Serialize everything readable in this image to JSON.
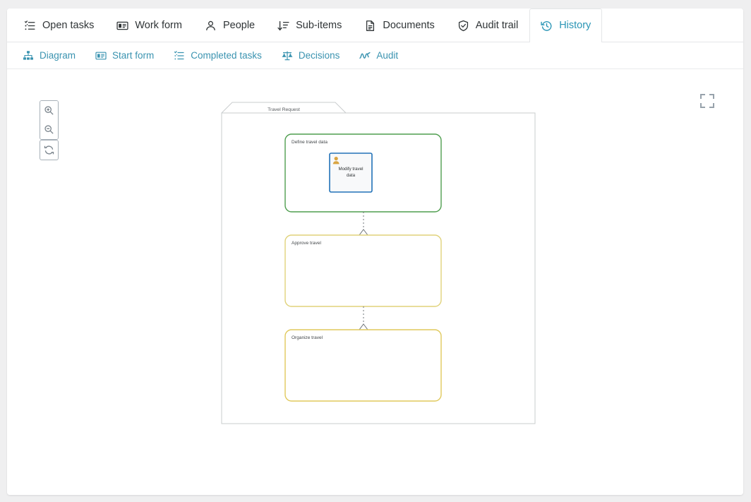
{
  "window": {
    "background": "#efeff0",
    "card_background": "#ffffff"
  },
  "primary_tabs": {
    "active_index": 6,
    "active_color": "#2a95b5",
    "inactive_color": "#2f3436",
    "items": [
      {
        "label": "Open tasks",
        "icon": "checklist-icon"
      },
      {
        "label": "Work form",
        "icon": "form-card-icon"
      },
      {
        "label": "People",
        "icon": "person-icon"
      },
      {
        "label": "Sub-items",
        "icon": "sort-descending-icon"
      },
      {
        "label": "Documents",
        "icon": "document-icon"
      },
      {
        "label": "Audit trail",
        "icon": "shield-check-icon"
      },
      {
        "label": "History",
        "icon": "history-clock-icon"
      }
    ]
  },
  "secondary_tabs": {
    "active_index": 0,
    "color": "#3a93b0",
    "items": [
      {
        "label": "Diagram",
        "icon": "sitemap-icon"
      },
      {
        "label": "Start form",
        "icon": "form-card-icon"
      },
      {
        "label": "Completed tasks",
        "icon": "checklist-icon"
      },
      {
        "label": "Decisions",
        "icon": "scales-icon"
      },
      {
        "label": "Audit",
        "icon": "pulse-squiggle-icon"
      }
    ]
  },
  "canvas_controls": {
    "zoom_in": {
      "icon": "zoom-in-icon",
      "title": "Zoom in"
    },
    "zoom_out": {
      "icon": "zoom-out-icon",
      "title": "Zoom out"
    },
    "reset_zoom": {
      "icon": "reset-refresh-icon",
      "title": "Reset zoom"
    },
    "fullscreen": {
      "icon": "fullscreen-icon",
      "title": "Full screen"
    }
  },
  "diagram": {
    "type": "bpmn-process",
    "pool": {
      "label": "Travel Request",
      "border_color": "#c9ccce",
      "fill": "#ffffff"
    },
    "stages": [
      {
        "label": "Define travel data",
        "border_color": "#4f9e4f",
        "state": "completed",
        "tasks": [
          {
            "label": "Modify travel data",
            "icon": "user-task-icon",
            "border_color": "#2272b8",
            "fill": "#f8f9fa",
            "icon_color": "#d9a441"
          }
        ]
      },
      {
        "label": "Approve travel",
        "border_color": "#e0d27a",
        "state": "pending",
        "tasks": []
      },
      {
        "label": "Organize travel",
        "border_color": "#e0c95c",
        "state": "pending",
        "tasks": []
      }
    ],
    "connectors": [
      {
        "from": "Define travel data",
        "to": "Approve travel",
        "style": "dashed",
        "gateway": "exclusive-diamond"
      },
      {
        "from": "Approve travel",
        "to": "Organize travel",
        "style": "dashed",
        "gateway": "exclusive-diamond"
      }
    ]
  }
}
